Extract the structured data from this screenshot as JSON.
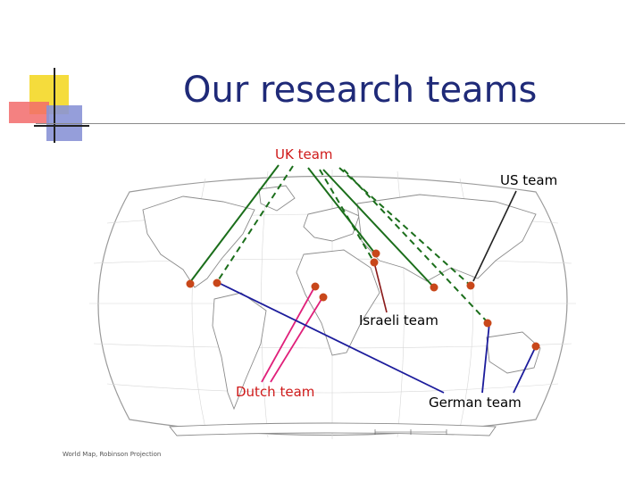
{
  "slide": {
    "title": "Our research teams",
    "caption": "World Map, Robinson Projection"
  },
  "teams": [
    {
      "name": "UK team",
      "color": "#cf1a1a"
    },
    {
      "name": "US team",
      "color": "#000000"
    },
    {
      "name": "Israeli team",
      "color": "#000000"
    },
    {
      "name": "Dutch team",
      "color": "#cf1a1a"
    },
    {
      "name": "German team",
      "color": "#000000"
    }
  ],
  "colors": {
    "title": "#1f2a78",
    "uk_lines": "#1b6e1b",
    "us_lines": "#222222",
    "israeli_lines": "#8b1a1a",
    "dutch_lines": "#e0207a",
    "german_lines": "#1c1c9c",
    "marker": "#c8471a"
  }
}
